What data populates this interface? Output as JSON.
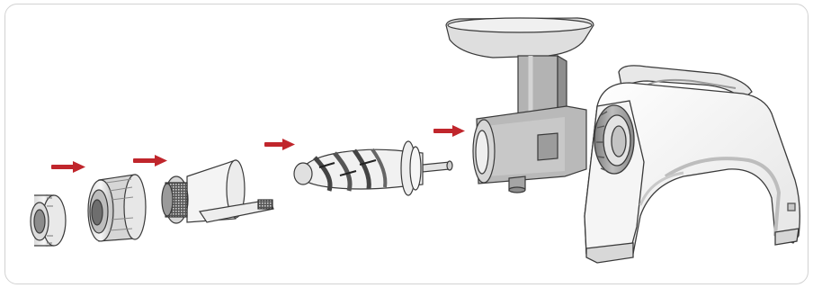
{
  "diagram": {
    "parts": [
      {
        "name": "end-cap-nut",
        "icon": "ring-nut-icon"
      },
      {
        "name": "nozzle-cap",
        "icon": "cap-icon"
      },
      {
        "name": "juicing-screen",
        "icon": "strainer-icon"
      },
      {
        "name": "auger",
        "icon": "auger-icon"
      },
      {
        "name": "drum",
        "icon": "drum-icon"
      },
      {
        "name": "motor-base",
        "icon": "motor-base-icon"
      }
    ],
    "arrow_count": 4,
    "colors": {
      "arrow": "#c0262c",
      "outline": "#3a3a3a",
      "body": "#f2f2f2",
      "grey_part": "#9c9c9c",
      "shadow": "#b8b8b8"
    }
  }
}
